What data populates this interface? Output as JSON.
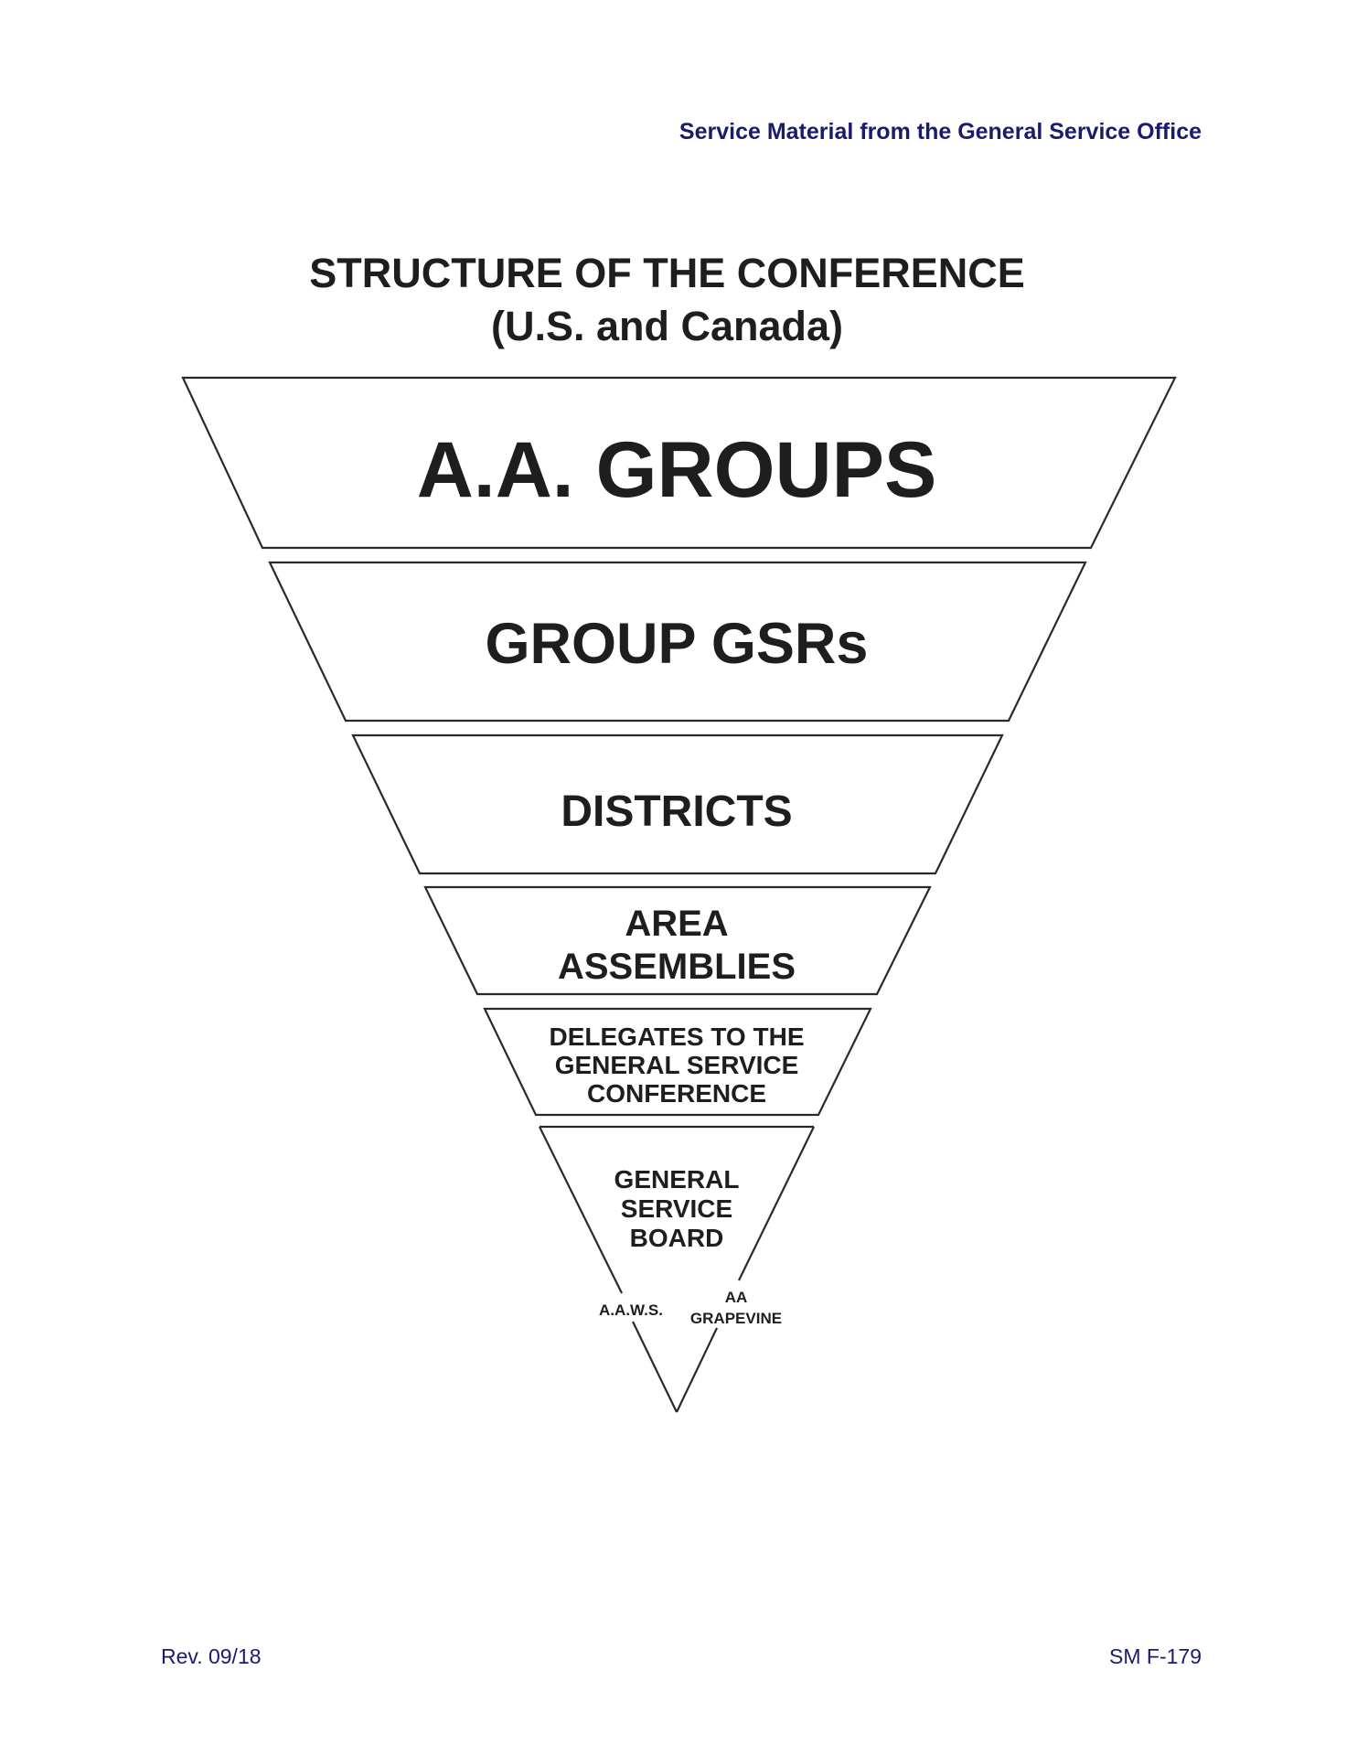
{
  "header": {
    "note": "Service Material from the General Service Office"
  },
  "title": {
    "line1": "STRUCTURE OF THE CONFERENCE",
    "line2": "(U.S. and Canada)"
  },
  "diagram": {
    "type": "inverted-pyramid",
    "levels": [
      {
        "label_lines": [
          "A.A. GROUPS"
        ]
      },
      {
        "label_lines": [
          "GROUP GSRs"
        ]
      },
      {
        "label_lines": [
          "DISTRICTS"
        ]
      },
      {
        "label_lines": [
          "AREA",
          "ASSEMBLIES"
        ]
      },
      {
        "label_lines": [
          "DELEGATES TO THE",
          "GENERAL SERVICE",
          "CONFERENCE"
        ]
      },
      {
        "label_lines": [
          "GENERAL",
          "SERVICE",
          "BOARD"
        ]
      }
    ],
    "sub_labels": {
      "left": "A.A.W.S.",
      "right_line1": "AA",
      "right_line2": "GRAPEVINE"
    }
  },
  "footer": {
    "revision": "Rev. 09/18",
    "form_number": "SM F-179"
  },
  "colors": {
    "header_text": "#1a1a6e",
    "body_text": "#1e1e1e",
    "outline": "#2a2a2a"
  }
}
